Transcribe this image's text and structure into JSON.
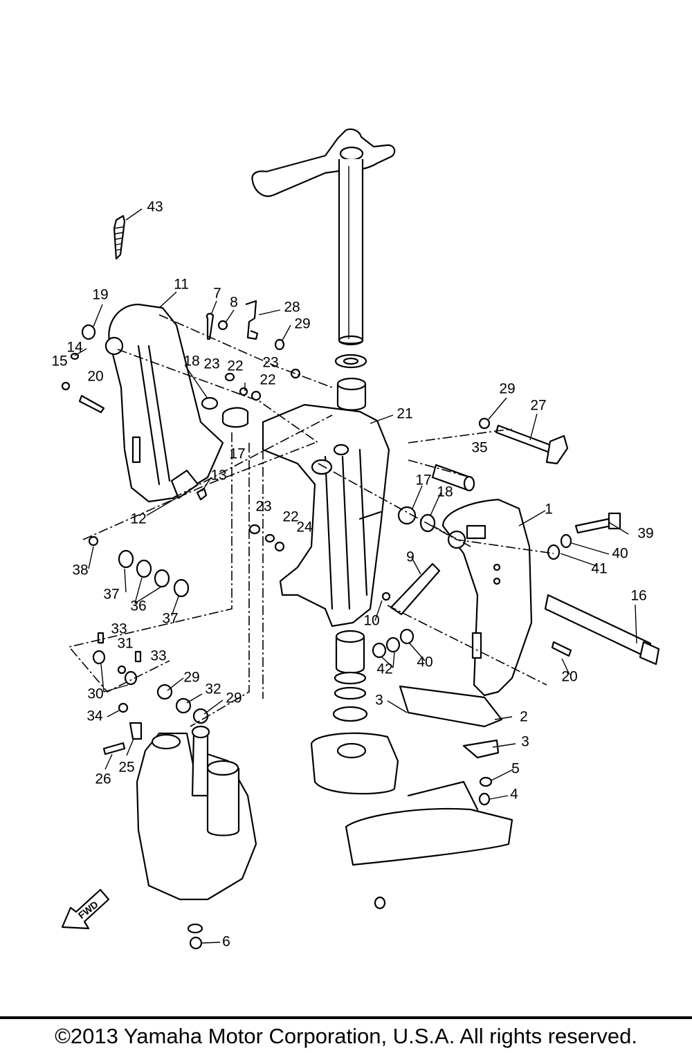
{
  "diagram": {
    "fwd_label": "FWD",
    "callouts": [
      {
        "id": "c43",
        "text": "43"
      },
      {
        "id": "c19",
        "text": "19"
      },
      {
        "id": "c11",
        "text": "11"
      },
      {
        "id": "c7",
        "text": "7"
      },
      {
        "id": "c8",
        "text": "8"
      },
      {
        "id": "c28",
        "text": "28"
      },
      {
        "id": "c29a",
        "text": "29"
      },
      {
        "id": "c14",
        "text": "14"
      },
      {
        "id": "c15",
        "text": "15"
      },
      {
        "id": "c20a",
        "text": "20"
      },
      {
        "id": "c18a",
        "text": "18"
      },
      {
        "id": "c23a",
        "text": "23"
      },
      {
        "id": "c22a",
        "text": "22"
      },
      {
        "id": "c23b",
        "text": "23"
      },
      {
        "id": "c22b",
        "text": "22"
      },
      {
        "id": "c21",
        "text": "21"
      },
      {
        "id": "c29b",
        "text": "29"
      },
      {
        "id": "c27",
        "text": "27"
      },
      {
        "id": "c17a",
        "text": "17"
      },
      {
        "id": "c35",
        "text": "35"
      },
      {
        "id": "c13",
        "text": "13"
      },
      {
        "id": "c12",
        "text": "12"
      },
      {
        "id": "c17b",
        "text": "17"
      },
      {
        "id": "c18b",
        "text": "18"
      },
      {
        "id": "c1",
        "text": "1"
      },
      {
        "id": "c23c",
        "text": "23"
      },
      {
        "id": "c22c",
        "text": "22"
      },
      {
        "id": "c24",
        "text": "24"
      },
      {
        "id": "c39",
        "text": "39"
      },
      {
        "id": "c40a",
        "text": "40"
      },
      {
        "id": "c41",
        "text": "41"
      },
      {
        "id": "c38",
        "text": "38"
      },
      {
        "id": "c9",
        "text": "9"
      },
      {
        "id": "c16",
        "text": "16"
      },
      {
        "id": "c37a",
        "text": "37"
      },
      {
        "id": "c36",
        "text": "36"
      },
      {
        "id": "c37b",
        "text": "37"
      },
      {
        "id": "c10",
        "text": "10"
      },
      {
        "id": "c33a",
        "text": "33"
      },
      {
        "id": "c31",
        "text": "31"
      },
      {
        "id": "c33b",
        "text": "33"
      },
      {
        "id": "c42",
        "text": "42"
      },
      {
        "id": "c40b",
        "text": "40"
      },
      {
        "id": "c20b",
        "text": "20"
      },
      {
        "id": "c30",
        "text": "30"
      },
      {
        "id": "c29c",
        "text": "29"
      },
      {
        "id": "c32",
        "text": "32"
      },
      {
        "id": "c29d",
        "text": "29"
      },
      {
        "id": "c34",
        "text": "34"
      },
      {
        "id": "c3a",
        "text": "3"
      },
      {
        "id": "c2",
        "text": "2"
      },
      {
        "id": "c3b",
        "text": "3"
      },
      {
        "id": "c26",
        "text": "26"
      },
      {
        "id": "c25",
        "text": "25"
      },
      {
        "id": "c5",
        "text": "5"
      },
      {
        "id": "c4",
        "text": "4"
      },
      {
        "id": "c6",
        "text": "6"
      }
    ]
  },
  "footer": {
    "copyright": "©2013 Yamaha Motor Corporation, U.S.A. All rights reserved."
  }
}
